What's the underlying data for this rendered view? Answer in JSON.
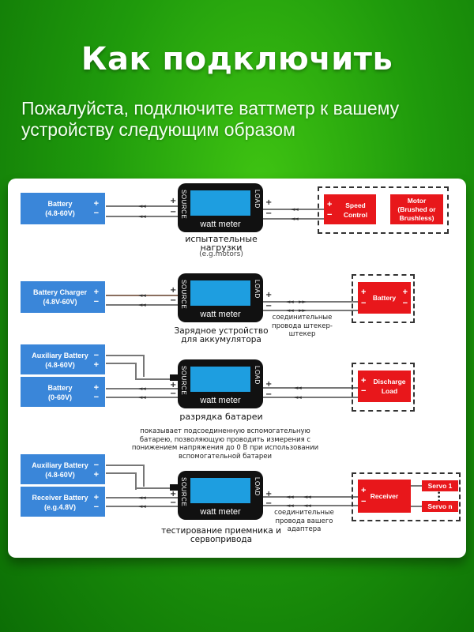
{
  "header": {
    "title": "Как подключить",
    "subtitle": "Пожалуйста, подключите ваттметр к вашему устройству следующим образом"
  },
  "meter": {
    "label": "watt meter",
    "source": "SOURCE",
    "load": "LOAD"
  },
  "signs": {
    "plus": "+",
    "minus": "−"
  },
  "arrows": {
    "left": "◄◄",
    "right": "►►"
  },
  "colors": {
    "source_box": "#3a86d9",
    "load_box": "#e8171b",
    "screen": "#1e9ee0",
    "background": "#1f9a0c"
  },
  "diagrams": [
    {
      "source": {
        "line1": "Battery",
        "line2": "(4.8-60V)"
      },
      "loads": [
        {
          "line1": "Speed",
          "line2": "Control"
        },
        {
          "line1": "Motor",
          "line2": "(Brushed or",
          "line3": "Brushless)"
        }
      ],
      "caption_bold": "испытательные нагрузки",
      "caption_small": "(e.g.motors)"
    },
    {
      "source": {
        "line1": "Battery Charger",
        "line2": "(4.8V-60V)"
      },
      "loads": [
        {
          "line1": "Battery"
        }
      ],
      "caption_bold": "Зарядное устройство для аккумулятора",
      "wire_note": "соединительные провода штекер-штекер"
    },
    {
      "aux": {
        "line1": "Auxiliary Battery",
        "line2": "(4.8-60V)"
      },
      "source": {
        "line1": "Battery",
        "line2": "(0-60V)"
      },
      "loads": [
        {
          "line1": "Discharge",
          "line2": "Load"
        }
      ],
      "caption_bold": "разрядка батареи",
      "note": "показывает подсоединенную вспомогательную батарею, позволяющую проводить измерения с понижением напряжения до 0 В при использовании вспомогательной батареи"
    },
    {
      "aux": {
        "line1": "Auxiliary Battery",
        "line2": "(4.8-60V)"
      },
      "source": {
        "line1": "Receiver Battery",
        "line2": "(e.g.4.8V)"
      },
      "loads": [
        {
          "line1": "Receiver"
        },
        {
          "line1": "Servo 1"
        },
        {
          "line1": "Servo n"
        }
      ],
      "caption_bold": "тестирование приемника и сервопривода",
      "wire_note": "соединительные провода вашего адаптера"
    }
  ]
}
